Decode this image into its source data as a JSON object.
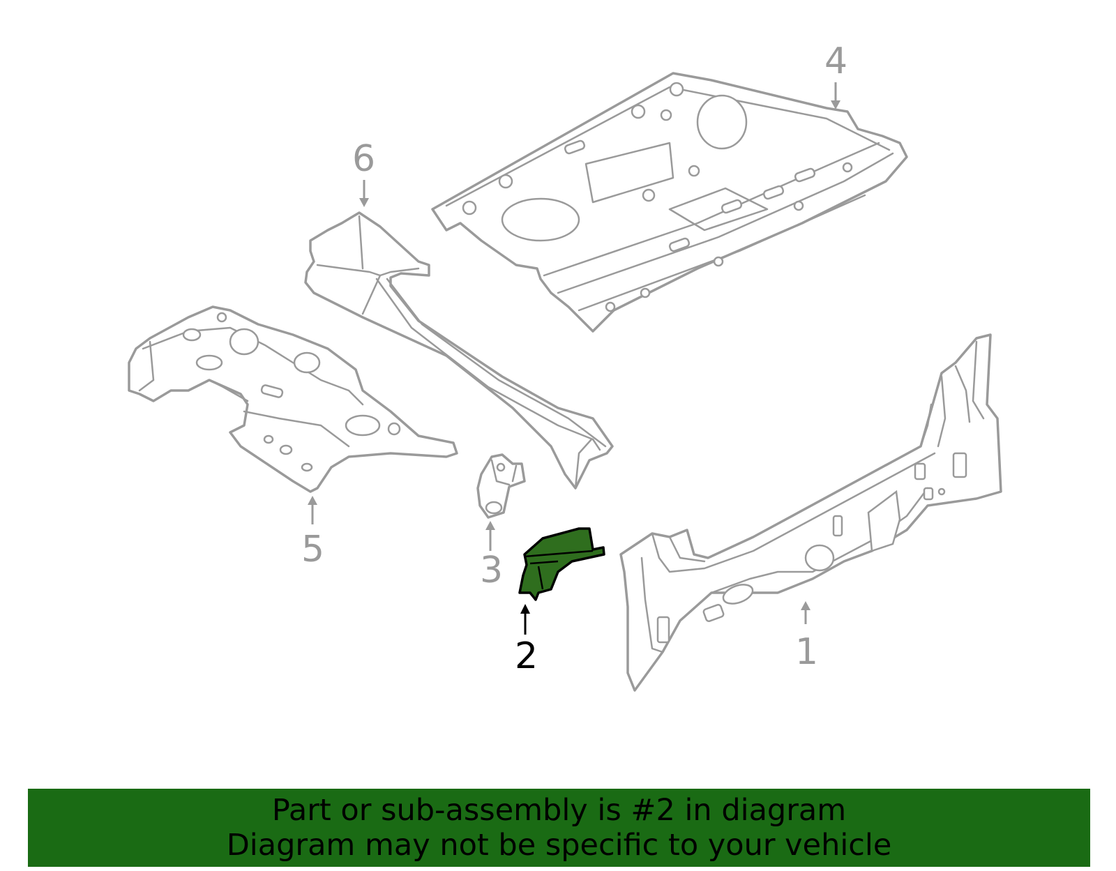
{
  "callouts": [
    {
      "id": "1",
      "label": "1",
      "highlighted": false
    },
    {
      "id": "2",
      "label": "2",
      "highlighted": true
    },
    {
      "id": "3",
      "label": "3",
      "highlighted": false
    },
    {
      "id": "4",
      "label": "4",
      "highlighted": false
    },
    {
      "id": "5",
      "label": "5",
      "highlighted": false
    },
    {
      "id": "6",
      "label": "6",
      "highlighted": false
    }
  ],
  "banner": {
    "line1": "Part or sub-assembly is #2 in diagram",
    "line2": "Diagram may not be specific to your vehicle"
  },
  "colors": {
    "highlight_fill": "#2f6e1e",
    "banner_background": "#1a6b14",
    "part_outline": "#9a9a9a"
  }
}
